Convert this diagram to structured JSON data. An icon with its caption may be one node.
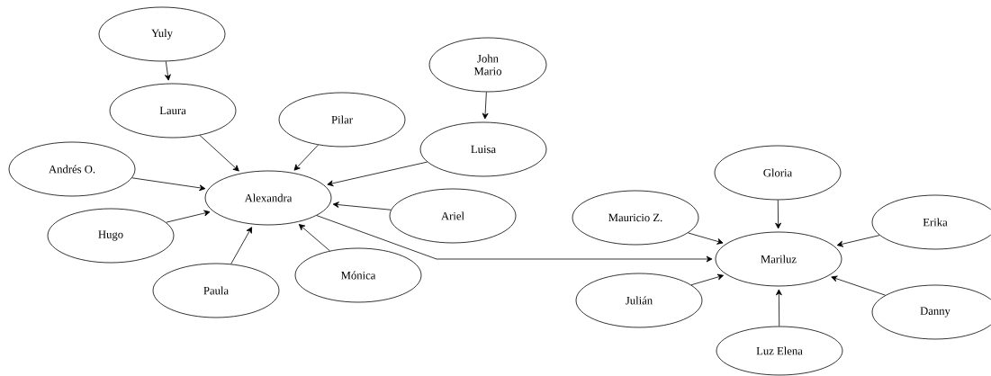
{
  "diagram": {
    "nodes": [
      {
        "text": [
          "Yuly"
        ]
      },
      {
        "text": [
          "Laura"
        ]
      },
      {
        "text": [
          "Andrés O."
        ]
      },
      {
        "text": [
          "Hugo"
        ]
      },
      {
        "text": [
          "Alexandra"
        ]
      },
      {
        "text": [
          "Paula"
        ]
      },
      {
        "text": [
          "Pilar"
        ]
      },
      {
        "text": [
          "John Mario"
        ]
      },
      {
        "text": [
          "Luisa"
        ]
      },
      {
        "text": [
          "Ariel"
        ]
      },
      {
        "text": [
          "Mónica"
        ]
      },
      {
        "text": [
          "Gloria"
        ]
      },
      {
        "text": [
          "Mauricio Z."
        ]
      },
      {
        "text": [
          "Julián"
        ]
      },
      {
        "text": [
          "Mariluz"
        ]
      },
      {
        "text": [
          "Erika"
        ]
      },
      {
        "text": [
          "Danny"
        ]
      },
      {
        "text": [
          "Luz Elena"
        ]
      }
    ],
    "edges": [
      {
        "from": 0,
        "to": 1,
        "arrow": "to"
      },
      {
        "from": 1,
        "to": 4,
        "arrow": "to"
      },
      {
        "from": 2,
        "to": 4,
        "arrow": "to"
      },
      {
        "from": 3,
        "to": 4,
        "arrow": "to"
      },
      {
        "from": 5,
        "to": 4,
        "arrow": "to"
      },
      {
        "from": 6,
        "to": 4,
        "arrow": "to"
      },
      {
        "from": 7,
        "to": 8,
        "arrow": "to"
      },
      {
        "from": 8,
        "to": 4,
        "arrow": "to"
      },
      {
        "from": 9,
        "to": 4,
        "arrow": "to"
      },
      {
        "from": 10,
        "to": 4,
        "arrow": "to"
      },
      {
        "from": 4,
        "to": 14,
        "arrow": "to"
      },
      {
        "from": 11,
        "to": 14,
        "arrow": "to"
      },
      {
        "from": 12,
        "to": 14,
        "arrow": "to"
      },
      {
        "from": 13,
        "to": 14,
        "arrow": "to"
      },
      {
        "from": 15,
        "to": 14,
        "arrow": "to"
      },
      {
        "from": 16,
        "to": 14,
        "arrow": "to"
      },
      {
        "from": 17,
        "to": 14,
        "arrow": "to"
      }
    ]
  }
}
